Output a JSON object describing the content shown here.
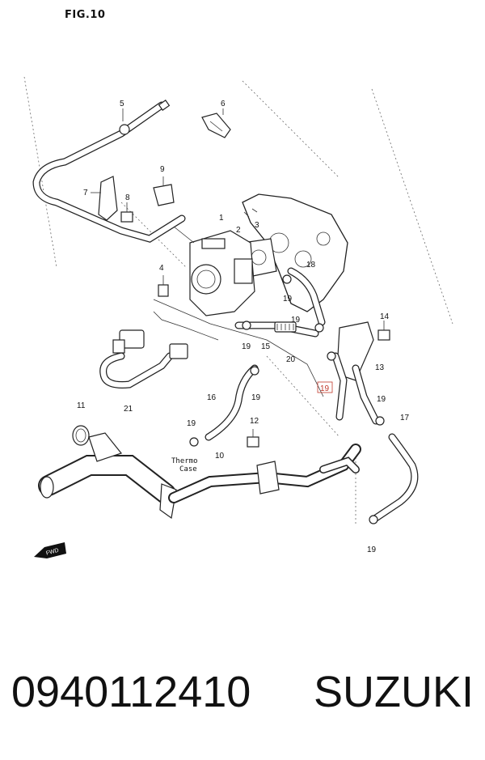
{
  "figure": {
    "title": "FIG.10"
  },
  "callouts": [
    {
      "id": "c1",
      "text": "1"
    },
    {
      "id": "c2",
      "text": "2"
    },
    {
      "id": "c3",
      "text": "3"
    },
    {
      "id": "c4",
      "text": "4"
    },
    {
      "id": "c5",
      "text": "5"
    },
    {
      "id": "c6",
      "text": "6"
    },
    {
      "id": "c7",
      "text": "7"
    },
    {
      "id": "c8",
      "text": "8"
    },
    {
      "id": "c9",
      "text": "9"
    },
    {
      "id": "c10",
      "text": "10"
    },
    {
      "id": "c11",
      "text": "11"
    },
    {
      "id": "c12",
      "text": "12"
    },
    {
      "id": "c13",
      "text": "13"
    },
    {
      "id": "c14",
      "text": "14"
    },
    {
      "id": "c15",
      "text": "15"
    },
    {
      "id": "c16",
      "text": "16"
    },
    {
      "id": "c17",
      "text": "17"
    },
    {
      "id": "c18",
      "text": "18"
    },
    {
      "id": "c19a",
      "text": "19"
    },
    {
      "id": "c19b",
      "text": "19"
    },
    {
      "id": "c19c",
      "text": "19"
    },
    {
      "id": "c19d",
      "text": "19"
    },
    {
      "id": "c19e",
      "text": "19"
    },
    {
      "id": "c19f",
      "text": "19"
    },
    {
      "id": "c19g",
      "text": "19"
    },
    {
      "id": "c19h",
      "text": "19"
    },
    {
      "id": "c20",
      "text": "20"
    },
    {
      "id": "c21",
      "text": "21"
    }
  ],
  "highlight": {
    "text": "19",
    "color": "#c0392b"
  },
  "note": {
    "line1": "Thermo",
    "line2": "Case"
  },
  "direction_marker": {
    "text": "FWD"
  },
  "footer": {
    "part_number": "0940112410",
    "brand": "SUZUKI"
  }
}
